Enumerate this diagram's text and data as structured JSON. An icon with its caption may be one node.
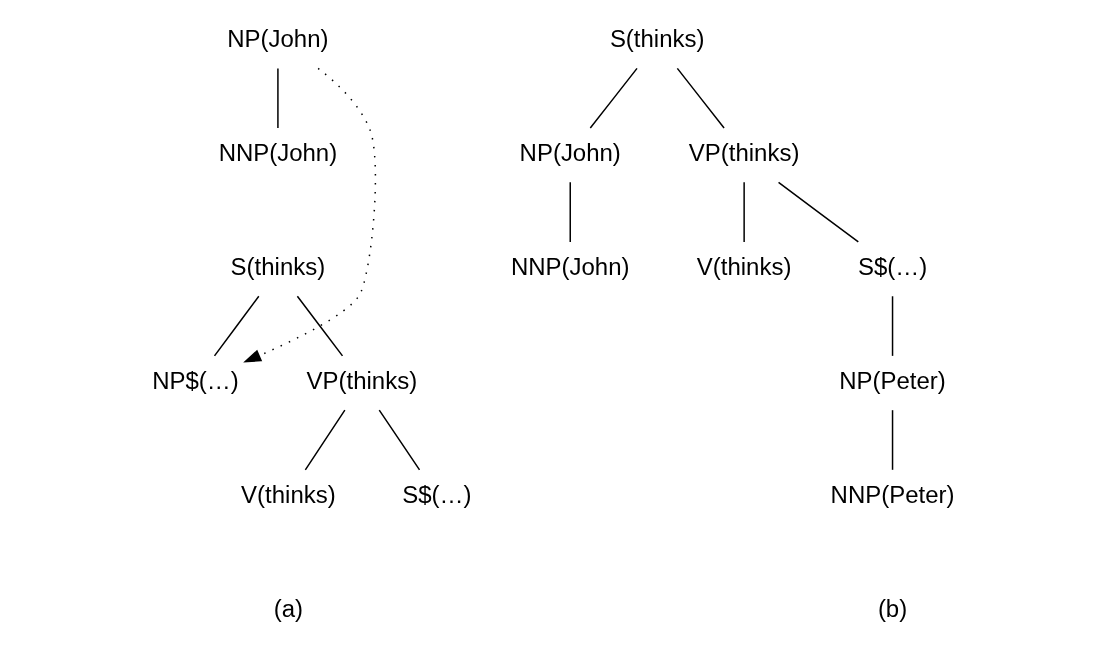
{
  "diagram": {
    "nodes": [
      {
        "text": [
          "NP(John)"
        ]
      },
      {
        "text": [
          "NNP(John)"
        ]
      },
      {
        "text": [
          "S(thinks)"
        ]
      },
      {
        "text": [
          "NP$(…)"
        ]
      },
      {
        "text": [
          "VP(thinks)"
        ]
      },
      {
        "text": [
          "V(thinks)"
        ]
      },
      {
        "text": [
          "S$(…)"
        ]
      },
      {
        "text": [
          "S(thinks)"
        ]
      },
      {
        "text": [
          "NP(John)"
        ]
      },
      {
        "text": [
          "VP(thinks)"
        ]
      },
      {
        "text": [
          "NNP(John)"
        ]
      },
      {
        "text": [
          "V(thinks)"
        ]
      },
      {
        "text": [
          "S$(…)"
        ]
      },
      {
        "text": [
          "NP(Peter)"
        ]
      },
      {
        "text": [
          "NNP(Peter)"
        ]
      }
    ],
    "edges": [
      {
        "from": 0,
        "to": 1,
        "arrow": "none"
      },
      {
        "from": 0,
        "to": 3,
        "arrow": "to",
        "style": "dashed"
      },
      {
        "from": 2,
        "to": 3,
        "arrow": "none"
      },
      {
        "from": 2,
        "to": 4,
        "arrow": "none"
      },
      {
        "from": 4,
        "to": 5,
        "arrow": "none"
      },
      {
        "from": 4,
        "to": 6,
        "arrow": "none"
      },
      {
        "from": 7,
        "to": 8,
        "arrow": "none"
      },
      {
        "from": 7,
        "to": 9,
        "arrow": "none"
      },
      {
        "from": 8,
        "to": 10,
        "arrow": "none"
      },
      {
        "from": 9,
        "to": 11,
        "arrow": "none"
      },
      {
        "from": 9,
        "to": 12,
        "arrow": "none"
      },
      {
        "from": 12,
        "to": 13,
        "arrow": "none"
      },
      {
        "from": 13,
        "to": 14,
        "arrow": "none"
      }
    ],
    "labels": [
      "(a)",
      "(b)"
    ]
  }
}
